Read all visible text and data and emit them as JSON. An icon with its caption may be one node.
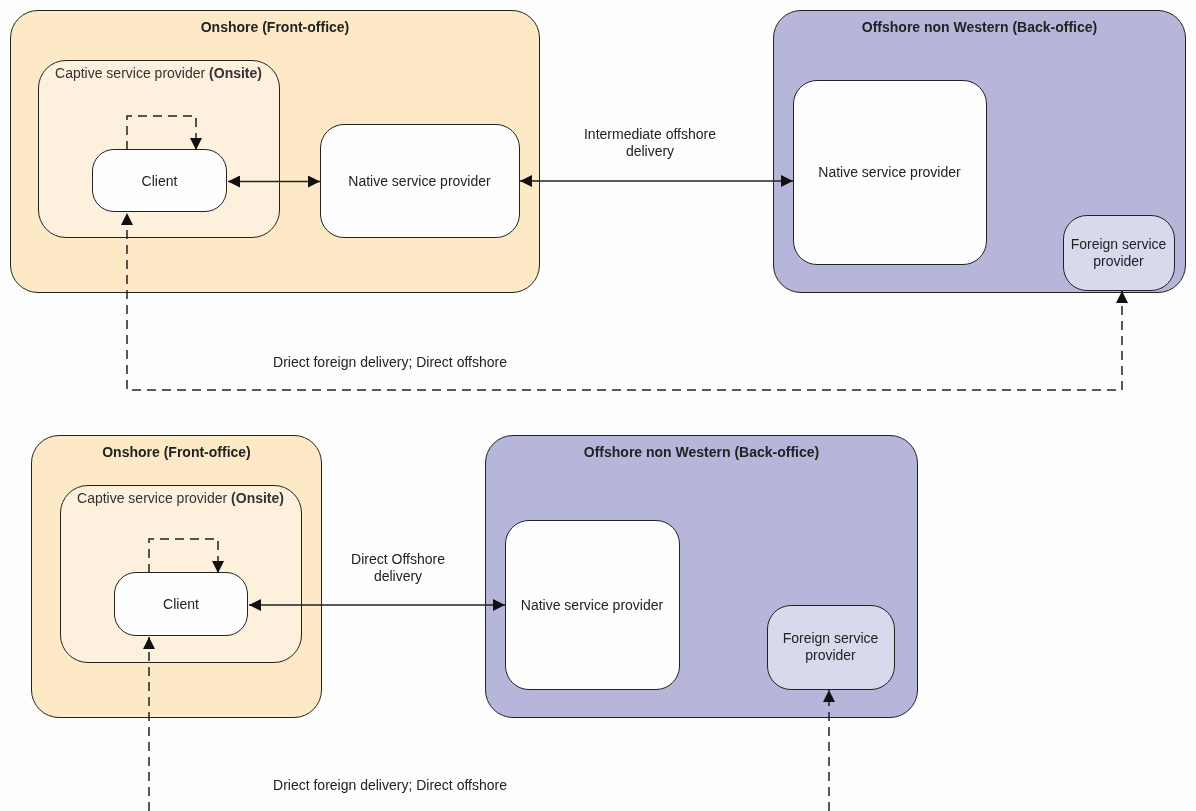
{
  "diagram": {
    "nodes": [
      {
        "text": [
          "Onshore (Front-office)"
        ]
      },
      {
        "text": [
          "Captive service provider **(Onsite)**"
        ],
        "in": 0
      },
      {
        "text": [
          "Client"
        ],
        "in": 1
      },
      {
        "text": [
          "Native service provider"
        ],
        "in": 0
      },
      {
        "text": [
          "Offshore non Western (Back-office)"
        ]
      },
      {
        "text": [
          "Native service provider"
        ],
        "in": 4
      },
      {
        "text": [
          "Foreign service provider"
        ],
        "in": 4
      },
      {
        "text": [
          "Onshore (Front-office)"
        ]
      },
      {
        "text": [
          "Captive service provider **(Onsite)**"
        ],
        "in": 7
      },
      {
        "text": [
          "Client"
        ],
        "in": 8
      },
      {
        "text": [
          "Offshore non Western (Back-office)"
        ]
      },
      {
        "text": [
          "Native service provider"
        ],
        "in": 10
      },
      {
        "text": [
          "Foreign service provider"
        ],
        "in": 10
      }
    ],
    "edges": [
      {
        "from": 2,
        "to": 2,
        "arrow": "to",
        "style": "dashed"
      },
      {
        "from": 2,
        "to": 3,
        "arrow": "both"
      },
      {
        "from": 3,
        "to": 5,
        "arrow": "both",
        "label": "Intermediate offshore delivery"
      },
      {
        "from": 6,
        "to": 2,
        "arrow": "both",
        "style": "dashed",
        "label": "Driect foreign delivery; Direct offshore"
      },
      {
        "from": 9,
        "to": 9,
        "arrow": "to",
        "style": "dashed"
      },
      {
        "from": 9,
        "to": 11,
        "arrow": "both",
        "label": "Direct Offshore delivery"
      },
      {
        "from": null,
        "to": 9,
        "arrow": "to",
        "style": "dashed"
      },
      {
        "from": null,
        "to": 12,
        "arrow": "to",
        "style": "dashed"
      }
    ],
    "labels": [
      "Driect foreign delivery; Direct offshore"
    ]
  }
}
